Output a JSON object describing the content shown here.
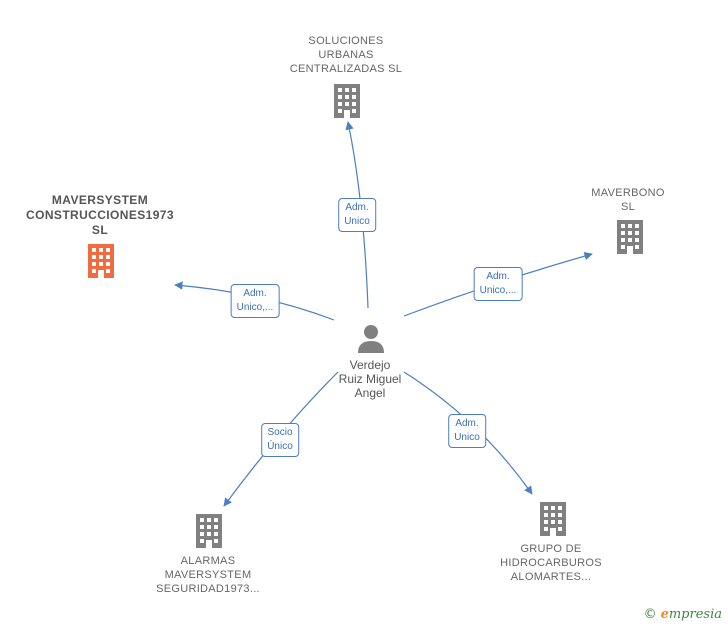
{
  "center": {
    "label_lines": [
      "Verdejo",
      "Ruiz Miguel",
      "Angel"
    ],
    "icon": "person-icon"
  },
  "nodes": [
    {
      "id": "soluciones",
      "label_lines": [
        "SOLUCIONES",
        "URBANAS",
        "CENTRALIZADAS SL"
      ],
      "highlight": false,
      "icon": "building-icon"
    },
    {
      "id": "maversystem-construcciones",
      "label_lines": [
        "MAVERSYSTEM",
        "CONSTRUCCIONES1973",
        "SL"
      ],
      "highlight": true,
      "icon": "building-icon"
    },
    {
      "id": "maverbono",
      "label_lines": [
        "MAVERBONO",
        "SL"
      ],
      "highlight": false,
      "icon": "building-icon"
    },
    {
      "id": "alarmas",
      "label_lines": [
        "ALARMAS",
        "MAVERSYSTEM",
        "SEGURIDAD1973..."
      ],
      "highlight": false,
      "icon": "building-icon"
    },
    {
      "id": "grupo",
      "label_lines": [
        "GRUPO DE",
        "HIDROCARBUROS",
        "ALOMARTES..."
      ],
      "highlight": false,
      "icon": "building-icon"
    }
  ],
  "edges": [
    {
      "to": "soluciones",
      "label_lines": [
        "Adm.",
        "Unico"
      ]
    },
    {
      "to": "maversystem-construcciones",
      "label_lines": [
        "Adm.",
        "Unico,..."
      ]
    },
    {
      "to": "maverbono",
      "label_lines": [
        "Adm.",
        "Unico,..."
      ]
    },
    {
      "to": "alarmas",
      "label_lines": [
        "Socio",
        "Único"
      ]
    },
    {
      "to": "grupo",
      "label_lines": [
        "Adm.",
        "Unico"
      ]
    }
  ],
  "colors": {
    "edge": "#4a7fc0",
    "building": "#808080",
    "building_highlight": "#f26a3d",
    "person": "#808080"
  },
  "brand": {
    "copyright": "©",
    "initial": "e",
    "rest": "mpresia"
  }
}
